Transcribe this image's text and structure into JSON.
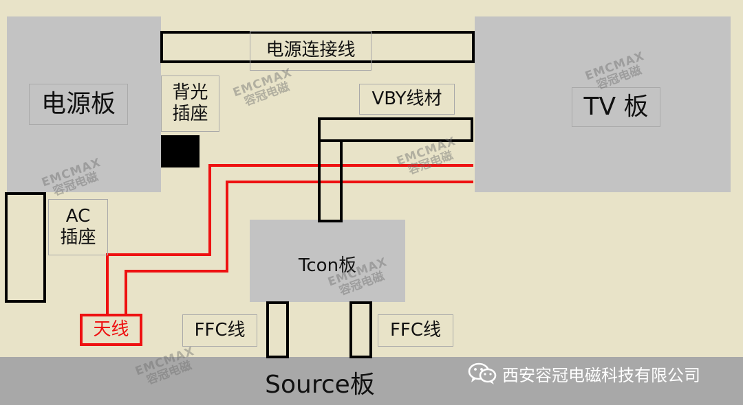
{
  "labels": {
    "power_board": "电源板",
    "power_cable": "电源连接线",
    "backlight_socket": "背光\n插座",
    "vby_cable": "VBY线材",
    "tv_board": "TV 板",
    "ac_socket": "AC\n插座",
    "tcon_board": "Tcon板",
    "antenna": "天线",
    "ffc_left": "FFC线",
    "ffc_right": "FFC线",
    "source_board": "Source板"
  },
  "watermark": {
    "line1": "EMCMAX",
    "line2": "容冠电磁"
  },
  "brand": {
    "text": "西安容冠电磁科技有限公司",
    "icon": "wechat-icon"
  },
  "colors": {
    "background": "#e8e3c8",
    "board": "#c3c3c3",
    "source_bar": "#a8a8a8",
    "antenna_wire": "#ee1111",
    "outline": "#000000"
  }
}
